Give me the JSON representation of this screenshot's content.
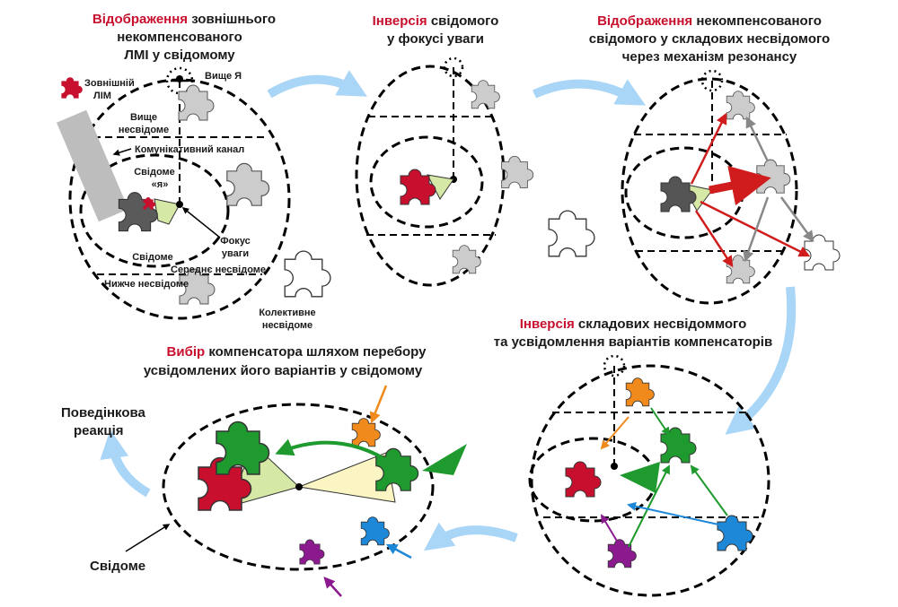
{
  "colors": {
    "accent_red": "#c8102e",
    "flow_arrow": "#a9d5f7",
    "green": "#1f9a2e",
    "orange": "#f08a1c",
    "blue": "#1e88d8",
    "purple": "#8b1a8f",
    "focus_fill": "#d6e8a6"
  },
  "panel1": {
    "title_red": "Відображення",
    "title_rest": "зовнішнього",
    "title_line2": "некомпенсованого",
    "title_line3": "ЛМІ у свідомому",
    "external_lim_line1": "Зовнішній",
    "external_lim_line2": "ЛІМ",
    "higher_self": "Вище Я",
    "higher_unconscious_line1": "Вище",
    "higher_unconscious_line2": "несвідоме",
    "communication_channel": "Комунікативний канал",
    "conscious_self_line1": "Свідоме",
    "conscious_self_line2": "«я»",
    "focus_line1": "Фокус",
    "focus_line2": "уваги",
    "conscious": "Свідоме",
    "middle_unconscious": "Середнє несвідоме",
    "lower_unconscious": "Нижче несвідоме",
    "collective_line1": "Колективне",
    "collective_line2": "несвідоме"
  },
  "panel2": {
    "title_red": "Інверсія",
    "title_rest": "свідомого",
    "title_line2": "у фокусі уваги"
  },
  "panel3": {
    "title_red": "Відображення",
    "title_rest": "некомпенсованого",
    "title_line2": "свідомого у складових несвідомого",
    "title_line3": "через механізм  резонансу"
  },
  "panel4": {
    "title_red": "Інверсія",
    "title_rest": "складових несвідоммого",
    "title_line2": "та усвідомлення варіантів компенсаторів"
  },
  "panel5": {
    "title_red": "Вибір",
    "title_rest": "компенсатора шляхом перебору",
    "title_line2": "усвідомлених його варіантів у свідомому",
    "behavior_line1": "Поведінкова",
    "behavior_line2": "реакція",
    "conscious": "Свідоме"
  }
}
